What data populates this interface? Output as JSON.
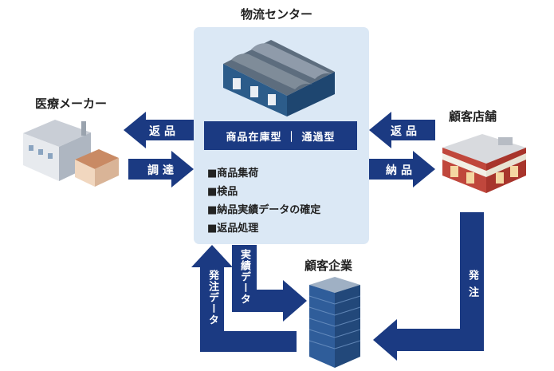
{
  "nodes": {
    "center": "物流センター",
    "maker": "医療メーカー",
    "store": "顧客店舗",
    "company": "顧客企業"
  },
  "center_box": {
    "title": "商品在庫型 ｜ 通過型",
    "tasks": [
      "■商品集荷",
      "■検品",
      "■納品実績データの確定",
      "■返品処理"
    ]
  },
  "arrows": {
    "maker_return": "返品",
    "maker_procure": "調達",
    "store_return": "返品",
    "store_deliver": "納品",
    "order_from_store": "発注",
    "actual_data": "実績データ",
    "order_data": "発注データ"
  },
  "colors": {
    "arrow": "#1b3a82",
    "panel": "#dbe8f5"
  }
}
